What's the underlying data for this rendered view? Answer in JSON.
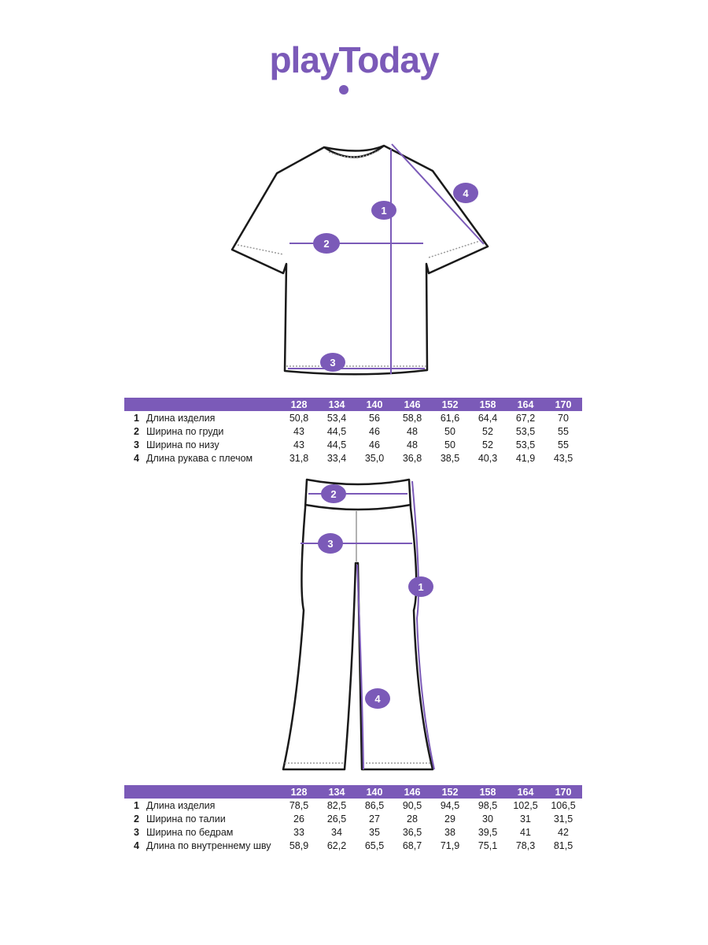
{
  "brand": {
    "name": "playToday",
    "color": "#7b5ab8"
  },
  "diagram_labels": {
    "tshirt": [
      "1",
      "2",
      "3",
      "4"
    ],
    "pants": [
      "1",
      "2",
      "3",
      "4"
    ]
  },
  "tables": [
    {
      "sizes": [
        "128",
        "134",
        "140",
        "146",
        "152",
        "158",
        "164",
        "170"
      ],
      "rows": [
        {
          "num": "1",
          "label": "Длина изделия",
          "values": [
            "50,8",
            "53,4",
            "56",
            "58,8",
            "61,6",
            "64,4",
            "67,2",
            "70"
          ]
        },
        {
          "num": "2",
          "label": "Ширина по груди",
          "values": [
            "43",
            "44,5",
            "46",
            "48",
            "50",
            "52",
            "53,5",
            "55"
          ]
        },
        {
          "num": "3",
          "label": "Ширина по низу",
          "values": [
            "43",
            "44,5",
            "46",
            "48",
            "50",
            "52",
            "53,5",
            "55"
          ]
        },
        {
          "num": "4",
          "label": "Длина рукава с плечом",
          "values": [
            "31,8",
            "33,4",
            "35,0",
            "36,8",
            "38,5",
            "40,3",
            "41,9",
            "43,5"
          ]
        }
      ]
    },
    {
      "sizes": [
        "128",
        "134",
        "140",
        "146",
        "152",
        "158",
        "164",
        "170"
      ],
      "rows": [
        {
          "num": "1",
          "label": "Длина изделия",
          "values": [
            "78,5",
            "82,5",
            "86,5",
            "90,5",
            "94,5",
            "98,5",
            "102,5",
            "106,5"
          ]
        },
        {
          "num": "2",
          "label": "Ширина по талии",
          "values": [
            "26",
            "26,5",
            "27",
            "28",
            "29",
            "30",
            "31",
            "31,5"
          ]
        },
        {
          "num": "3",
          "label": "Ширина по бедрам",
          "values": [
            "33",
            "34",
            "35",
            "36,5",
            "38",
            "39,5",
            "41",
            "42"
          ]
        },
        {
          "num": "4",
          "label": "Длина по внутреннему шву",
          "values": [
            "58,9",
            "62,2",
            "65,5",
            "68,7",
            "71,9",
            "75,1",
            "78,3",
            "81,5"
          ]
        }
      ]
    }
  ]
}
